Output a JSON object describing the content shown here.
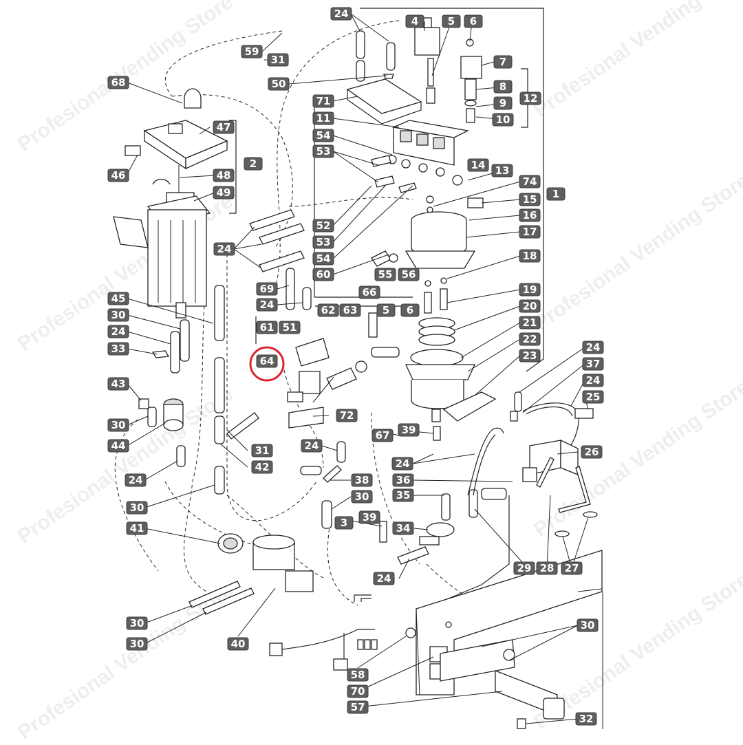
{
  "watermark": "Profesional Vending Store",
  "highlight": {
    "label": "64",
    "color": "#d9262b"
  },
  "colors": {
    "tag_fill": "#5f5f5f",
    "tag_text": "#ffffff",
    "line": "#222222"
  },
  "callouts": {
    "c24a": "24",
    "c4": "4",
    "c5a": "5",
    "c6a": "6",
    "c59": "59",
    "c31a": "31",
    "c7": "7",
    "c68": "68",
    "c50": "50",
    "c8": "8",
    "c12": "12",
    "c9": "9",
    "c71": "71",
    "c10": "10",
    "c11": "11",
    "c47": "47",
    "c54a": "54",
    "c2": "2",
    "c53a": "53",
    "c14": "14",
    "c13": "13",
    "c46": "46",
    "c48": "48",
    "c74": "74",
    "c49": "49",
    "c1": "1",
    "c15": "15",
    "c16": "16",
    "c52": "52",
    "c17": "17",
    "c53b": "53",
    "c24b": "24",
    "c54b": "54",
    "c18": "18",
    "c55": "55",
    "c56": "56",
    "c60": "60",
    "c69": "69",
    "c66": "66",
    "c19": "19",
    "c24c": "24",
    "c45": "45",
    "c62": "62",
    "c63": "63",
    "c5b": "5",
    "c6b": "6",
    "c20": "20",
    "c30a": "30",
    "c61": "61",
    "c51": "51",
    "c21": "21",
    "c24d": "24",
    "c22": "22",
    "c33": "33",
    "c64": "64",
    "c23": "23",
    "c24e": "24",
    "c37": "37",
    "c43": "43",
    "c24f": "24",
    "c25": "25",
    "c30b": "30",
    "c72": "72",
    "c39a": "39",
    "c44": "44",
    "c67": "67",
    "c31b": "31",
    "c24g": "24",
    "c26": "26",
    "c42": "42",
    "c24h": "24",
    "c24i": "24",
    "c38": "38",
    "c36": "36",
    "c30c": "30",
    "c35": "35",
    "c30d": "30",
    "c3": "3",
    "c39b": "39",
    "c41": "41",
    "c34": "34",
    "c29": "29",
    "c28": "28",
    "c27": "27",
    "c24j": "24",
    "c30e": "30",
    "c30f": "30",
    "c30g": "30",
    "c40": "40",
    "c58": "58",
    "c70": "70",
    "c57": "57",
    "c32": "32"
  }
}
